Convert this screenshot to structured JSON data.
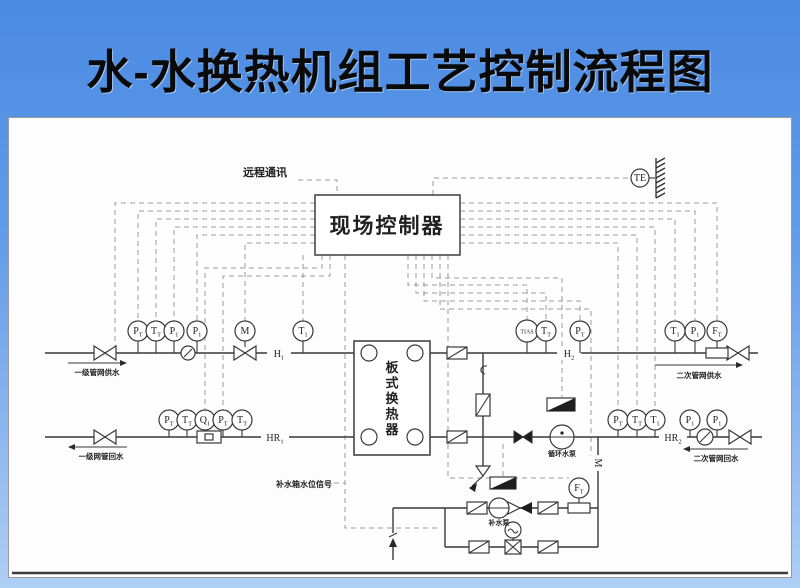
{
  "slide": {
    "title": "水-水换热机组工艺控制流程图"
  },
  "diagram": {
    "remote_comm": "远程通讯",
    "controller": "现场控制器",
    "heat_exchanger": "板式换热器",
    "pipes": {
      "h1": "H_1",
      "h2": "H_2",
      "hr1": "HR_1",
      "hr2": "HR_2",
      "primary_supply": "一级管网供水",
      "primary_return": "一级网管回水",
      "secondary_supply": "二次管网供水",
      "secondary_return": "二次管网回水"
    },
    "equipment": {
      "circulation_pump": "循环水泵",
      "makeup_pump": "补水泵"
    },
    "signals": {
      "tank_level": "补水箱水位信号"
    },
    "instruments": {
      "ps_pt": "P_T",
      "ps_tt": "T_T",
      "ps_pi1": "P_1",
      "ps_pi2": "P_1",
      "ps_motor_valve": "M",
      "ps_t1": "T_1",
      "pr_pt": "P_T",
      "pr_tt": "T_T",
      "pr_q": "Q_1",
      "pr_pt2": "P_T",
      "pr_tt2": "T_T",
      "ss_tias": "TIAS",
      "ss_tt": "T_T",
      "ss_pt": "P_T",
      "ss_t1": "T_1",
      "ss_p1": "P_1",
      "ss_ft": "F_T",
      "sr_pt": "P_T",
      "sr_tt": "T_T",
      "sr_t1": "T_1",
      "sr_p1a": "P_1",
      "sr_p1b": "P_1",
      "outdoor_te": "TE",
      "makeup_ft": "F_T",
      "makeup_motor_valve": "M"
    }
  },
  "colors": {
    "slide_top": "#4a8ae2",
    "slide_bottom": "#aecff4",
    "line": "#383838",
    "signal_dash": "#9a9a9a",
    "panel": "#fdfdfd",
    "title_text": "#0a0a0a"
  }
}
